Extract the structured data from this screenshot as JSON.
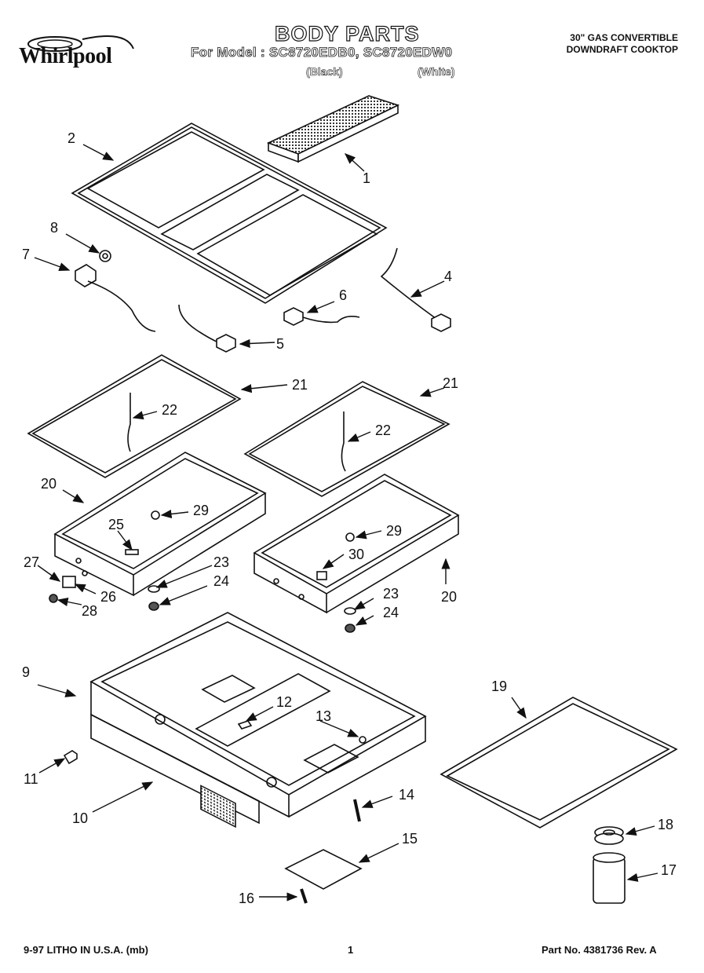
{
  "header": {
    "brand": "Whirlpool",
    "title": "BODY PARTS",
    "model_line": "For Model : SC8720EDB0, SC8720EDW0",
    "variant_black": "(Black)",
    "variant_white": "(White)",
    "description_line1": "30\" GAS CONVERTIBLE",
    "description_line2": "DOWNDRAFT COOKTOP"
  },
  "footer": {
    "litho": "9-97 LITHO IN U.S.A. (mb)",
    "page_number": "1",
    "part_number": "Part No. 4381736 Rev. A"
  },
  "callouts": [
    "1",
    "2",
    "4",
    "5",
    "6",
    "7",
    "8",
    "9",
    "10",
    "11",
    "12",
    "13",
    "14",
    "15",
    "16",
    "17",
    "18",
    "19",
    "20",
    "20",
    "21",
    "21",
    "22",
    "22",
    "23",
    "23",
    "24",
    "24",
    "25",
    "26",
    "27",
    "28",
    "29",
    "29",
    "30"
  ],
  "icons": {
    "brand_logo": "whirlpool-swirl-logo"
  }
}
